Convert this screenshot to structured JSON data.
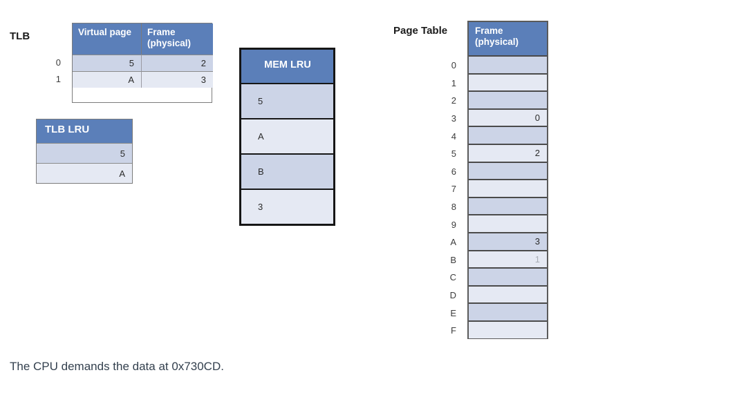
{
  "page": {
    "background": "#ffffff",
    "header_color": "#5b7fb9",
    "row_dark": "#ccd4e7",
    "row_light": "#e5e9f3"
  },
  "tlb": {
    "caption": "TLB",
    "headers": [
      "Virtual page",
      "Frame\n(physical)"
    ],
    "header_virtual_page": "Virtual page",
    "header_frame_line1": "Frame",
    "header_frame_line2": "(physical)",
    "row_labels": [
      "0",
      "1"
    ],
    "rows": [
      {
        "virtual_page": "5",
        "frame": "2"
      },
      {
        "virtual_page": "A",
        "frame": "3"
      }
    ]
  },
  "tlb_lru": {
    "header": "TLB LRU",
    "entries": [
      "5",
      "A"
    ]
  },
  "mem_lru": {
    "header": "MEM LRU",
    "entries": [
      "5",
      "A",
      "B",
      "3"
    ]
  },
  "page_table": {
    "caption": "Page Table",
    "header_line1": "Frame",
    "header_line2": "(physical)",
    "row_labels": [
      "0",
      "1",
      "2",
      "3",
      "4",
      "5",
      "6",
      "7",
      "8",
      "9",
      "A",
      "B",
      "C",
      "D",
      "E",
      "F"
    ],
    "values": [
      "",
      "",
      "",
      "0",
      "",
      "2",
      "",
      "",
      "",
      "",
      "3",
      "1",
      "",
      "",
      "",
      ""
    ],
    "faded_value_rows": [
      "B"
    ]
  },
  "prompt": {
    "text": "The CPU demands the data at 0x730CD.",
    "address": "0x730CD"
  }
}
